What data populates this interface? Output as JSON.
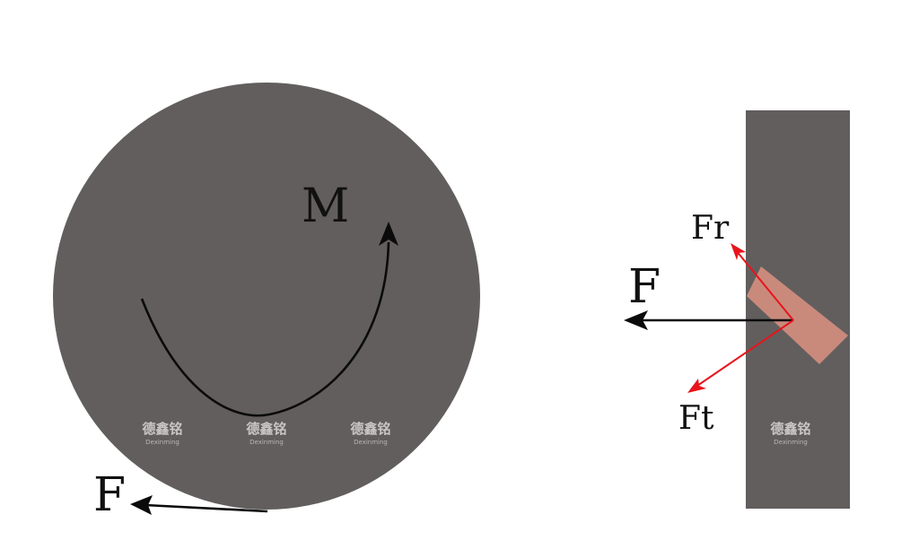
{
  "diagram": {
    "left": {
      "label_moment": "M",
      "label_force": "F"
    },
    "right": {
      "label_force": "F",
      "label_radial": "Fr",
      "label_tangential": "Ft"
    },
    "watermark": {
      "text": "德鑫铭",
      "subtext": "Dexinming"
    },
    "colors": {
      "body_fill": "#625e5e",
      "force_arrow": "#0b0b0b",
      "component_arrow": "#e8141b",
      "contact_patch": "#c98a7c"
    }
  }
}
